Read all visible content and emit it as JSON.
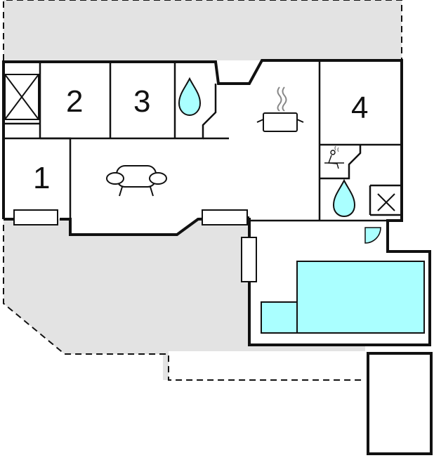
{
  "floorplan": {
    "rooms": [
      {
        "label": "1"
      },
      {
        "label": "2"
      },
      {
        "label": "3"
      },
      {
        "label": "4"
      }
    ],
    "icons": {
      "sofa": "sofa-icon",
      "kitchen": "cooking-pot-icon",
      "sauna": "sauna-icon",
      "water": "water-drop-icon",
      "shaft": "shaft-cross-icon",
      "door": "door-swing-icon"
    },
    "colors": {
      "wall": "#111111",
      "terrace": "#e3e3e3",
      "pool": "#aaffff",
      "water": "#aaffff"
    }
  }
}
